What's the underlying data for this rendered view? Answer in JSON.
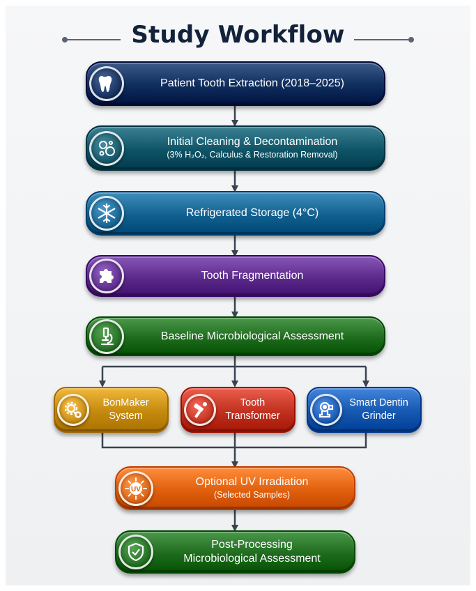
{
  "title": "Study Workflow",
  "steps": [
    {
      "label": "Patient Tooth Extraction (2018–2025)",
      "icon": "tooth-icon",
      "color": "#0f2d5c"
    },
    {
      "label": "Initial Cleaning & Decontamination",
      "sub": "(3% H₂O₂, Calculus & Restoration Removal)",
      "icon": "bubbles-icon",
      "color": "#0e5466"
    },
    {
      "label": "Refrigerated Storage (4°C)",
      "icon": "snowflake-icon",
      "color": "#11608f"
    },
    {
      "label": "Tooth Fragmentation",
      "icon": "puzzle-icon",
      "color": "#5b2a8a"
    },
    {
      "label": "Baseline Microbiological Assessment",
      "icon": "microscope-icon",
      "color": "#1e6b1e"
    }
  ],
  "devices": [
    {
      "line1": "BonMaker",
      "line2": "System",
      "icon": "gears-icon",
      "color": "#c48a0e"
    },
    {
      "line1": "Tooth",
      "line2": "Transformer",
      "icon": "tools-icon",
      "color": "#c0301f"
    },
    {
      "line1": "Smart Dentin",
      "line2": "Grinder",
      "icon": "grinder-icon",
      "color": "#1658b0"
    }
  ],
  "uv_step": {
    "label": "Optional UV Irradiation",
    "sub": "(Selected Samples)",
    "icon_text": "UV",
    "icon": "uv-icon",
    "color": "#e0600e"
  },
  "final_step": {
    "line1": "Post-Processing",
    "line2": "Microbiological Assessment",
    "icon": "shield-check-icon",
    "color": "#1e6b1e"
  }
}
